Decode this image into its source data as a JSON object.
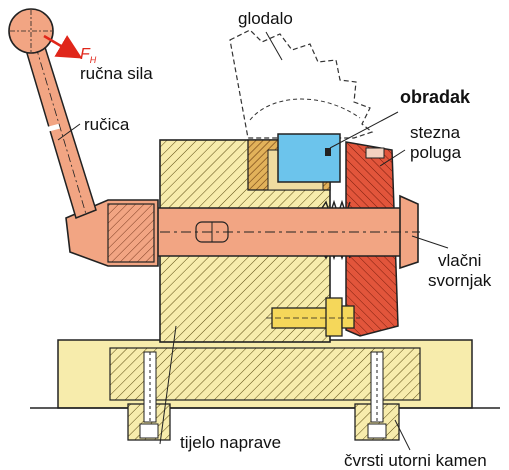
{
  "labels": {
    "cutter": "glodalo",
    "hand_force_symbol": "F",
    "hand_force_subscript": "H",
    "hand_force": "ručna sila",
    "handle": "ručica",
    "workpiece": "obradak",
    "clamp_lever_line1": "stezna",
    "clamp_lever_line2": "poluga",
    "tension_bolt_line1": "vlačni",
    "tension_bolt_line2": "svornjak",
    "fixture_body": "tijelo naprave",
    "fixed_key": "čvrsti utorni kamen"
  },
  "colors": {
    "body_fill": "#f7ecac",
    "hatch": "#5a4a10",
    "handle_fill": "#f2a583",
    "lever_fill": "#e2553b",
    "workpiece_fill": "#6cc4ec",
    "screw_fill": "#f5d75a",
    "outline": "#222222",
    "force_arrow": "#e0261a"
  }
}
